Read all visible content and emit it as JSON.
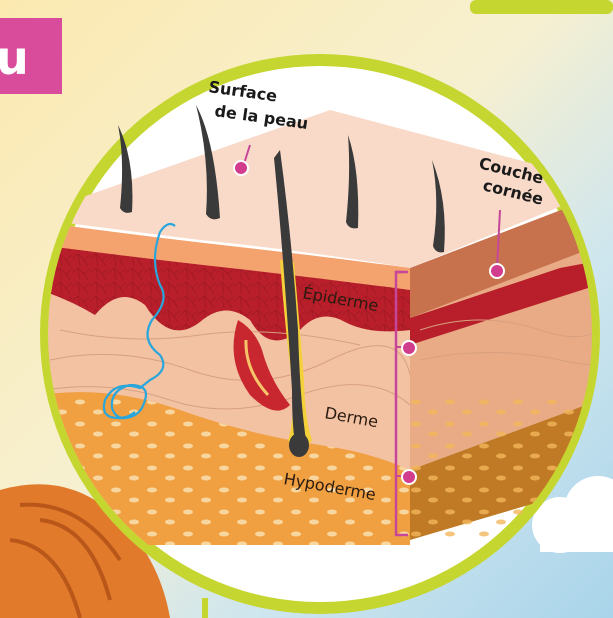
{
  "badge": {
    "letter": "u"
  },
  "labels": {
    "surface_line1": "Surface",
    "surface_line2": "de la peau",
    "couche_line1": "Couche",
    "couche_line2": "cornée",
    "epiderme": "Épiderme",
    "derme": "Derme",
    "hypoderme": "Hypoderme"
  },
  "colors": {
    "ring": "#c6d630",
    "badge": "#d94c9c",
    "marker": "#d23c8c",
    "bracket": "#c6469a",
    "epidermis_red": "#b81f2a",
    "dermis": "#f2c2a2",
    "hypodermis": "#f0a040",
    "surface": "#f9dac8",
    "vessel": "#29a6dc",
    "hair": "#3a3a3a"
  }
}
